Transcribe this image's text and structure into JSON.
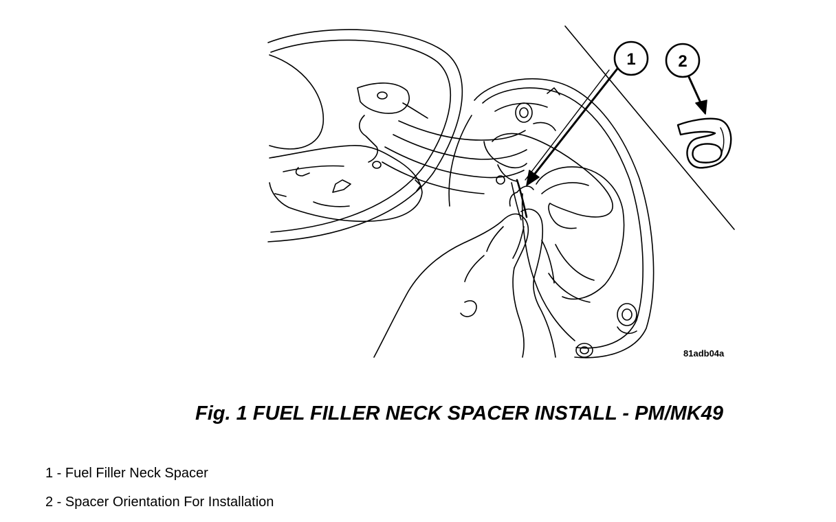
{
  "figure": {
    "callouts": [
      {
        "number": "1"
      },
      {
        "number": "2"
      }
    ],
    "image_code": "81adb04a",
    "caption": "Fig. 1 FUEL FILLER NECK SPACER INSTALL - PM/MK49"
  },
  "legend": {
    "items": [
      {
        "text": "1 - Fuel Filler Neck Spacer"
      },
      {
        "text": "2 - Spacer Orientation For Installation"
      }
    ]
  },
  "colors": {
    "ink": "#000000",
    "paper": "#ffffff"
  }
}
